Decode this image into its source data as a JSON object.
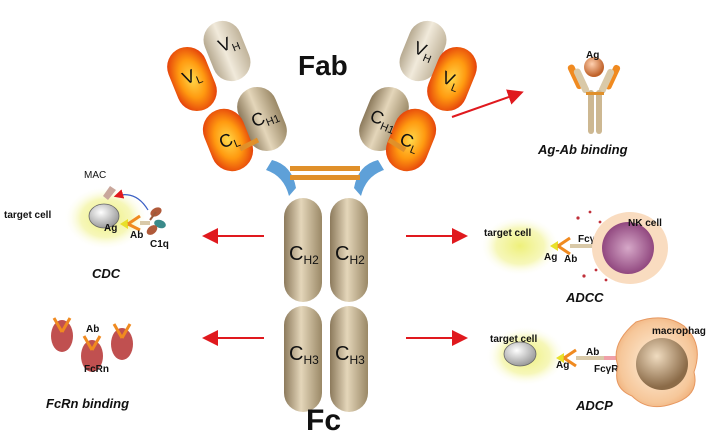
{
  "antibody": {
    "fab_label": "Fab",
    "fc_label": "Fc",
    "domains": {
      "vh": "V",
      "vh_sub": "H",
      "vl": "V",
      "vl_sub": "L",
      "ch1": "C",
      "ch1_sub": "H1",
      "cl": "C",
      "cl_sub": "L",
      "ch2": "C",
      "ch2_sub": "H2",
      "ch3": "C",
      "ch3_sub": "H3"
    }
  },
  "functions": {
    "ag_ab": {
      "title": "Ag-Ab binding",
      "ag": "Ag"
    },
    "cdc": {
      "title": "CDC",
      "mac": "MAC",
      "target": "target cell",
      "ag": "Ag",
      "ab": "Ab",
      "c1q": "C1q"
    },
    "adcc": {
      "title": "ADCC",
      "target": "target cell",
      "ag": "Ag",
      "ab": "Ab",
      "receptor": "FcγR",
      "effector": "NK cell"
    },
    "fcrn": {
      "title": "FcRn binding",
      "ab": "Ab",
      "receptor": "FcRn"
    },
    "adcp": {
      "title": "ADCP",
      "target": "target cell",
      "ag": "Ag",
      "ab": "Ab",
      "receptor": "FcγR",
      "effector": "macrophage"
    }
  },
  "colors": {
    "heavy_chain": "#c9b48e",
    "light_chain_fill": "#ff5a00",
    "light_chain_center": "#ffd23a",
    "arrow": "#e0191e",
    "hinge": "#5ea0d8",
    "disulfide": "#e0902a",
    "target_cell_glow": "#f3f39a"
  }
}
